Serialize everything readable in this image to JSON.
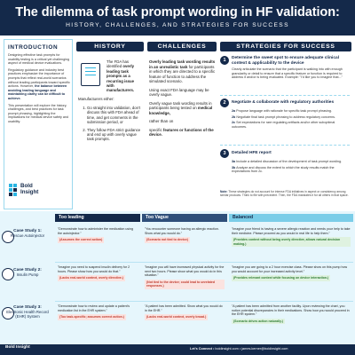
{
  "header": {
    "title": "The dilemma of task prompt wording in HF validation:",
    "subtitle": "HISTORY, CHALLENGES, AND STRATEGIES FOR SUCCESS"
  },
  "intro": {
    "heading": "INTRODUCTION",
    "p1": "Designing effective task prompts for usability testing is a critical yet challenging aspect of medical device evaluations.",
    "p2_plain": "Regulatory guidance and industry best practices emphasize the importance of prompts that reflect real-world scenarios without leading participants toward specific actions. However, ",
    "p2_bold": "the balance between avoiding leading language and maintaining clarity can be difficult to achieve.",
    "p3": "This presentation will explore the history, challenges, and best practices for task prompt phrasing, highlighting the implications for medical device safety and usability.",
    "logo_line1": "Bold",
    "logo_line2": "Insight"
  },
  "history": {
    "label": "HISTORY",
    "lead_plain": "The FDA has identified ",
    "lead_bold": "overly leading task prompts as a recurring issue with manufacturers.",
    "manufacturers": "Manufacturers either:",
    "items": [
      "Go straight into validation, don't discuss this with FDA ahead of time, and get comments in the submission period, or",
      "They follow FDA strict guidance and end up with overly vague task prompts."
    ]
  },
  "challenges": {
    "label": "CHALLENGES",
    "p1_bold": "Overly leading task wording results in an unrealistic task",
    "p1_plain": " for participants in which they are directed to a specific feature of function to address the simulated scenario.",
    "p2": "Using exact FDA language may be overly vague.",
    "p3_plain": "Overly vague task wording results in participants being tested on ",
    "p3_bold": "medical knowledge,",
    "p4": "rather than on",
    "p5_plain": "specific ",
    "p5_bold": "features or functions of the device."
  },
  "strategies": {
    "label": "STRATEGIES FOR SUCCESS",
    "items": [
      {
        "num": "1",
        "title": "Determine the sweet spot to ensure adequate clinical context & applicability to the device",
        "body": "Clearly articulate the scenario that the participant is walking into with enough granularity or detail to ensure that a specific feature or function is required to address it and/or is being evaluated. Example: \"I'd like you to imagine that...\""
      },
      {
        "num": "2",
        "title": "Negotiate & collaborate with regulatory authorities",
        "lines": [
          {
            "bold": "2a",
            "plain": " Propose language with rationale for specific task prompt phrasing."
          },
          {
            "bold": "2b",
            "plain": " Negotiate final task prompt phrasing to address regulatory concerns."
          },
          {
            "bold": "2c",
            "plain": " Set expectations for rare regulating artifacts and/or other suboptimal outcomes."
          }
        ]
      },
      {
        "num": "3",
        "title": "Detailed HFE report",
        "lines": [
          {
            "bold": "3a",
            "plain": " Include a detailed discussion of the development of task prompt wording."
          },
          {
            "bold": "3b",
            "plain": " Analyze and discuss the extent to which the study results match the expectations from 2c."
          }
        ]
      }
    ],
    "note_bold": "Note:",
    "note_plain": " These strategies do not account for intense FDA initiatives in aspect or consistency among similar products. Think to file with precedent. Then, the FDA mandates it for all others in that space."
  },
  "cases": {
    "columns": {
      "too_leading": "Too leading",
      "too_vague": "Too Vague",
      "balanced": "Balanced"
    },
    "rows": [
      {
        "label_bold": "Case Study 1:",
        "label": "Rescue Autoinjector",
        "too_leading": "\"Demonstrate how to administer the medication using the autoinjector.\"",
        "too_leading_fb": "(Assumes the correct action)",
        "too_vague": "\"You encounter someone having an allergic reaction. Show what you would do.\"",
        "too_vague_fb": "(Scenario not tied to device)",
        "balanced": "\"Imagine your friend is having a severe allergic reaction and needs your help to take their medicine. Please proceed as you would in real life to help them.\"",
        "balanced_fb": "(Provides context without being overly directive, allows natural decision making.)"
      },
      {
        "label_bold": "Case Study 2:",
        "label": "Insulin Pump",
        "too_leading": "\"Imagine you need to suspend insulin delivery for 2 hours. Please show how you would do that.\"",
        "too_leading_fb": "(Lacks real-world context, overly directive.)",
        "too_vague": "\"Imagine you will have increased physical activity for the next two hours. Please show what you would do in this situation.\"",
        "too_vague_fb": "(Not tied to the device; could lead to unrelated responses.)",
        "balanced": "\"Imagine you are going to a 2 hour exercise class. Please show on this pump how you would account for your increased activity level.\"",
        "balanced_fb": "(Provides relevant context while focusing on device interaction.)"
      },
      {
        "label_bold": "Case Study 3:",
        "label": "Electronic Health Record (EHR) System",
        "too_leading": "\"Demonstrate how to review and update a patient's medication list in the EHR system.\"",
        "too_leading_fb": "(Too task-specific; assumes correct action.)",
        "too_vague": "\"A patient has been admitted. Show what you would do in the EHR.\"",
        "too_vague_fb": "(Lacks real-world context, overly broad.)",
        "balanced": "\"A patient has been admitted from another facility. Upon reviewing the chart, you notice potential discrepancies in their medications. Show how you would proceed in the EHR system.\"",
        "balanced_fb": "(Scenario drives action naturally.)"
      }
    ]
  },
  "footer": {
    "logo": "Bold Insight",
    "lets_connect": "Let's Connect",
    "contact": " • boldinsight.com • james.kerner@boldinsight.com"
  }
}
